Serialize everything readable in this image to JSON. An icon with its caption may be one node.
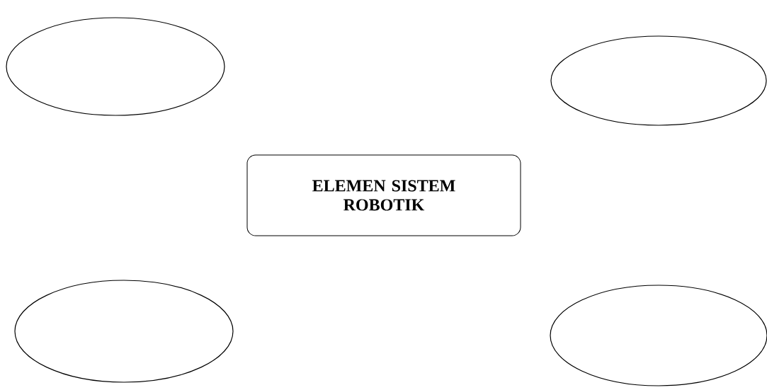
{
  "diagram": {
    "nodes": [
      {
        "text": [],
        "shape": "ellipse"
      },
      {
        "text": [],
        "shape": "ellipse"
      },
      {
        "text": [
          "ELEMEN SISTEM ROBOTIK"
        ]
      },
      {
        "text": [],
        "shape": "ellipse"
      },
      {
        "text": [],
        "shape": "ellipse"
      }
    ]
  }
}
